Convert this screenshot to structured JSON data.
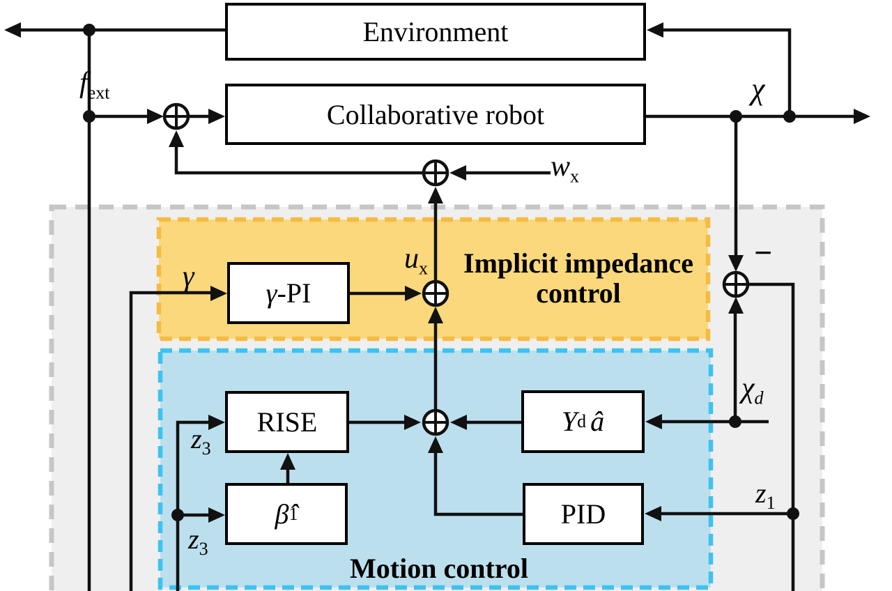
{
  "colors": {
    "line": "#111111",
    "box_fill": "#ffffff",
    "box_border": "#000000",
    "outer_fill": "#efefef",
    "outer_dash": "#c6c6c6",
    "impedance_fill": "#fbd87c",
    "impedance_dash": "#f6bb43",
    "motion_fill": "#bcdfee",
    "motion_dash": "#3ec3ef"
  },
  "blocks": {
    "environment": {
      "label": "Environment"
    },
    "robot": {
      "label": "Collaborative robot"
    },
    "gamma_pi": {
      "italic": "γ",
      "roman": "-PI"
    },
    "rise": {
      "label": "RISE"
    },
    "beta1": {
      "main": "β̂",
      "sub": "1"
    },
    "yda": {
      "p1": "Y",
      "p1sub": "d",
      "p2": "â"
    },
    "pid": {
      "label": "PID"
    }
  },
  "regions": {
    "impedance": {
      "title": "Implicit impedance control"
    },
    "motion": {
      "title": "Motion control"
    }
  },
  "signals": {
    "f_ext": {
      "main": "f",
      "sub": "ext"
    },
    "chi": {
      "main": "χ"
    },
    "w_x": {
      "main": "w",
      "sub": "x"
    },
    "u_x": {
      "main": "u",
      "sub": "x"
    },
    "gamma": {
      "main": "γ"
    },
    "minus": {
      "main": "−"
    },
    "chi_d": {
      "main": "χ",
      "sub": "d"
    },
    "z1": {
      "main": "z",
      "sub": "1"
    },
    "z3_upper": {
      "main": "z",
      "sub": "3"
    },
    "z3_lower": {
      "main": "z",
      "sub": "3"
    }
  }
}
